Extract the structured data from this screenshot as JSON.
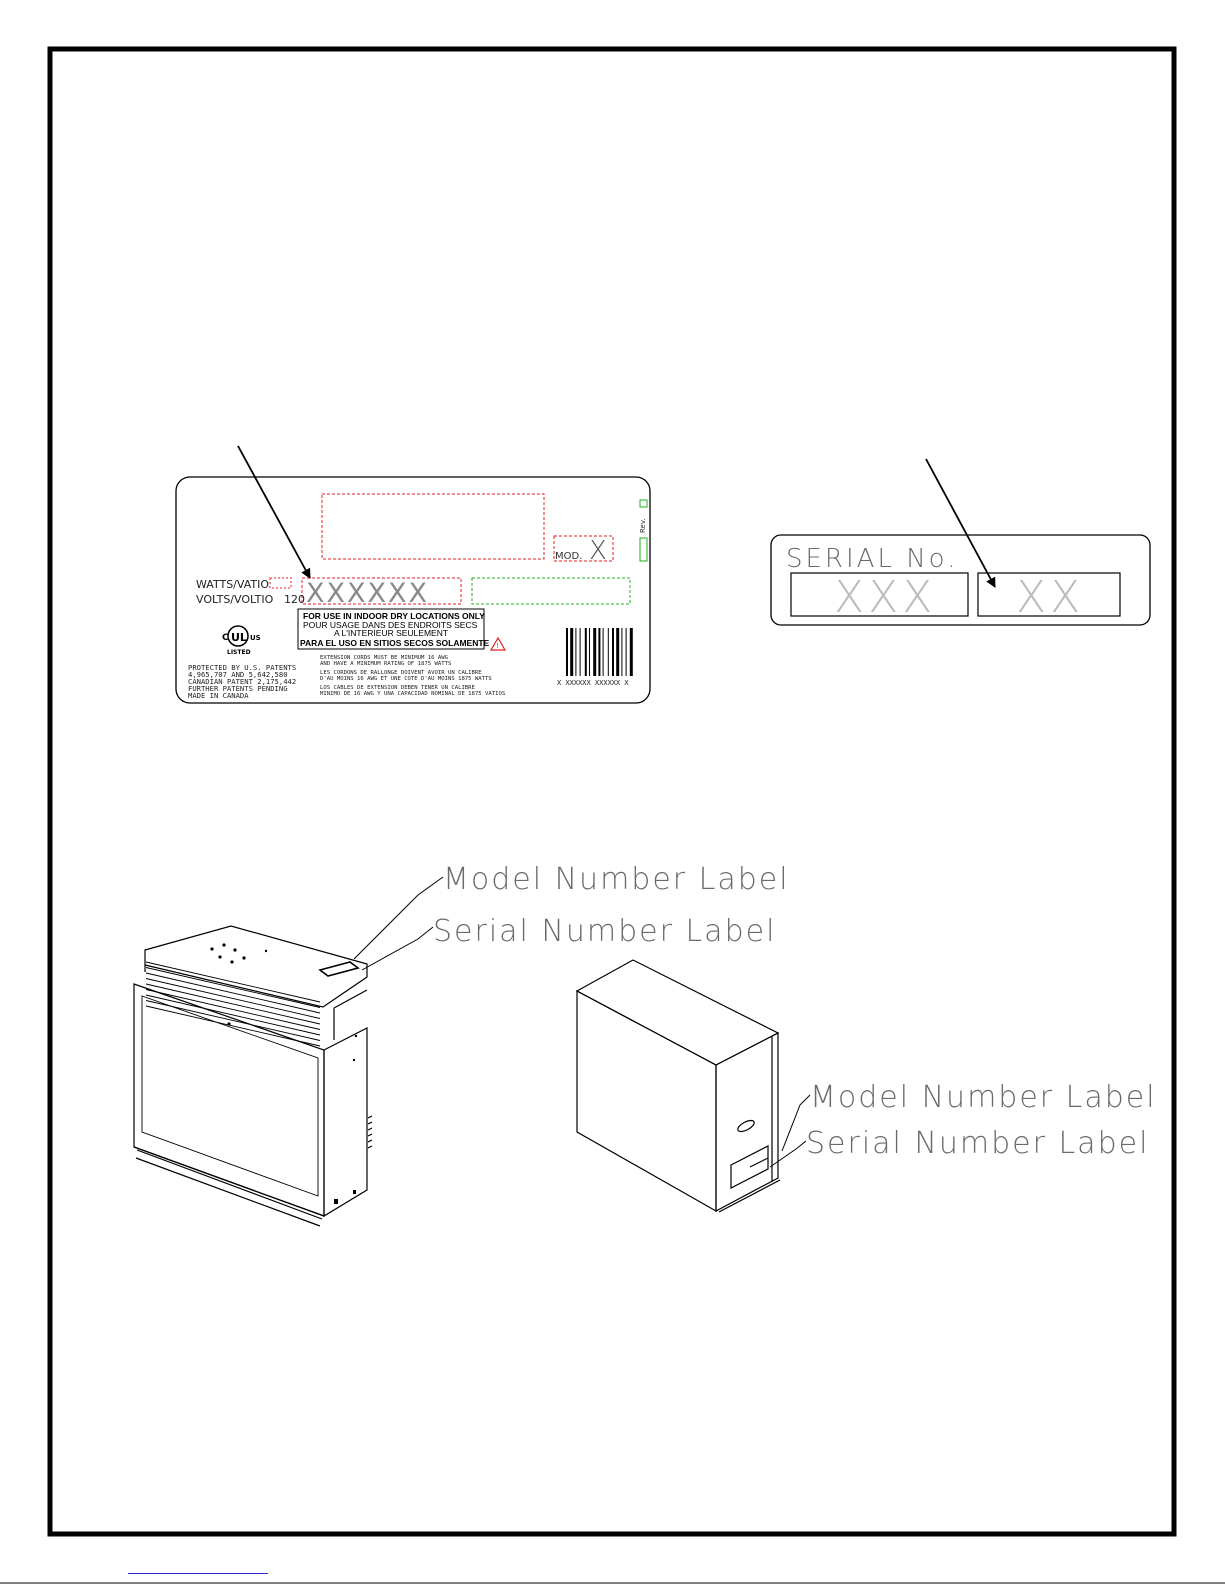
{
  "rating_label": {
    "watts_caption": "WATTS/VATIO",
    "volts_caption": "VOLTS/VOLTIO",
    "volts_value": "120",
    "mod_caption": "MOD.",
    "mod_value": "X",
    "rev_caption": "Rev.",
    "model_placeholder": "XXXXXX",
    "indoor_notice": [
      "FOR USE IN INDOOR DRY LOCATIONS ONLY",
      "POUR USAGE DANS DES ENDROITS SECS",
      "A L'INTERIEUR SEULEMENT",
      "PARA EL USO EN SITIOS SECOS SOLAMENTE"
    ],
    "cert_mark": "UL",
    "cert_left": "C",
    "cert_right": "US",
    "cert_listed": "LISTED",
    "patent_lines": [
      "PROTECTED BY U.S. PATENTS",
      "4,965,707 AND 5,642,580",
      "CANADIAN PATENT 2,175,442",
      "FURTHER PATENTS PENDING",
      "MADE IN CANADA"
    ],
    "extension_lines": [
      "EXTENSION CORDS MUST BE MINIMUM 16 AWG",
      "AND HAVE A MINIMUM RATING OF 1875 WATTS",
      "LES CORDONS DE RALLONGE DOIVENT AVOIR UN CALIBRE",
      "D'AU MOINS 16 AWG ET UNE COTE D'AU MOINS 1875 WATTS",
      "LOS CABLES DE EXTENSION DEBEN TENER UN CALIBRE",
      "MINIMO DE 16 AWG Y UNA CAPACIDAD NOMINAL DE 1875 VATIOS"
    ],
    "barcode_text": "X XXXXXX XXXXXX X"
  },
  "serial_label": {
    "title": "SERIAL No.",
    "left_placeholder": "XXX",
    "right_placeholder": "XX"
  },
  "callouts": {
    "insert_model": "Model Number Label",
    "insert_serial": "Serial Number Label",
    "cabinet_model": "Model Number Label",
    "cabinet_serial": "Serial Number Label"
  },
  "colors": {
    "line": "#000000",
    "red_dashed": "#e02020",
    "green_dashed": "#20b020",
    "light_text": "#999999",
    "footer_link": "#2a2ad0"
  }
}
